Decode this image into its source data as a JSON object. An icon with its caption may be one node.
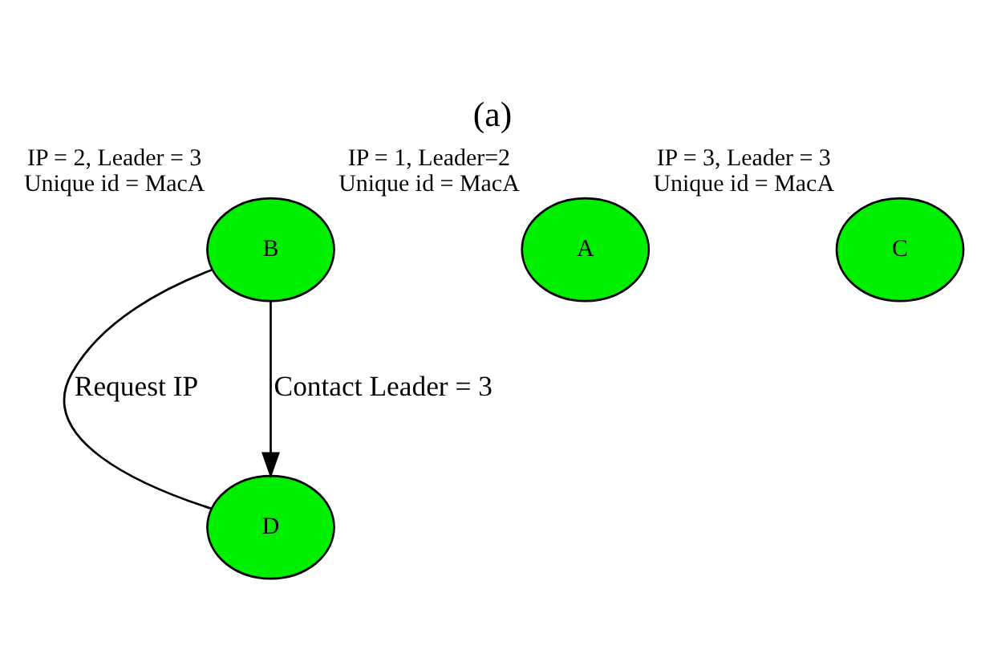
{
  "diagram": {
    "caption": "(a)",
    "nodes": [
      {
        "text": [
          "D"
        ]
      },
      {
        "text": [
          "B"
        ],
        "beside": [
          "IP = 2, Leader = 3",
          "Unique id = MacA"
        ]
      },
      {
        "text": [
          "A"
        ],
        "beside": [
          "IP = 1, Leader=2",
          "Unique id = MacA"
        ]
      },
      {
        "text": [
          "C"
        ],
        "beside": [
          "IP = 3, Leader = 3",
          "Unique id = MacA"
        ]
      }
    ],
    "edges": [
      {
        "from": 1,
        "to": 0,
        "arrow": "none",
        "label": "Request IP"
      },
      {
        "from": 1,
        "to": 0,
        "arrow": "to",
        "label": "Contact Leader = 3"
      }
    ]
  }
}
